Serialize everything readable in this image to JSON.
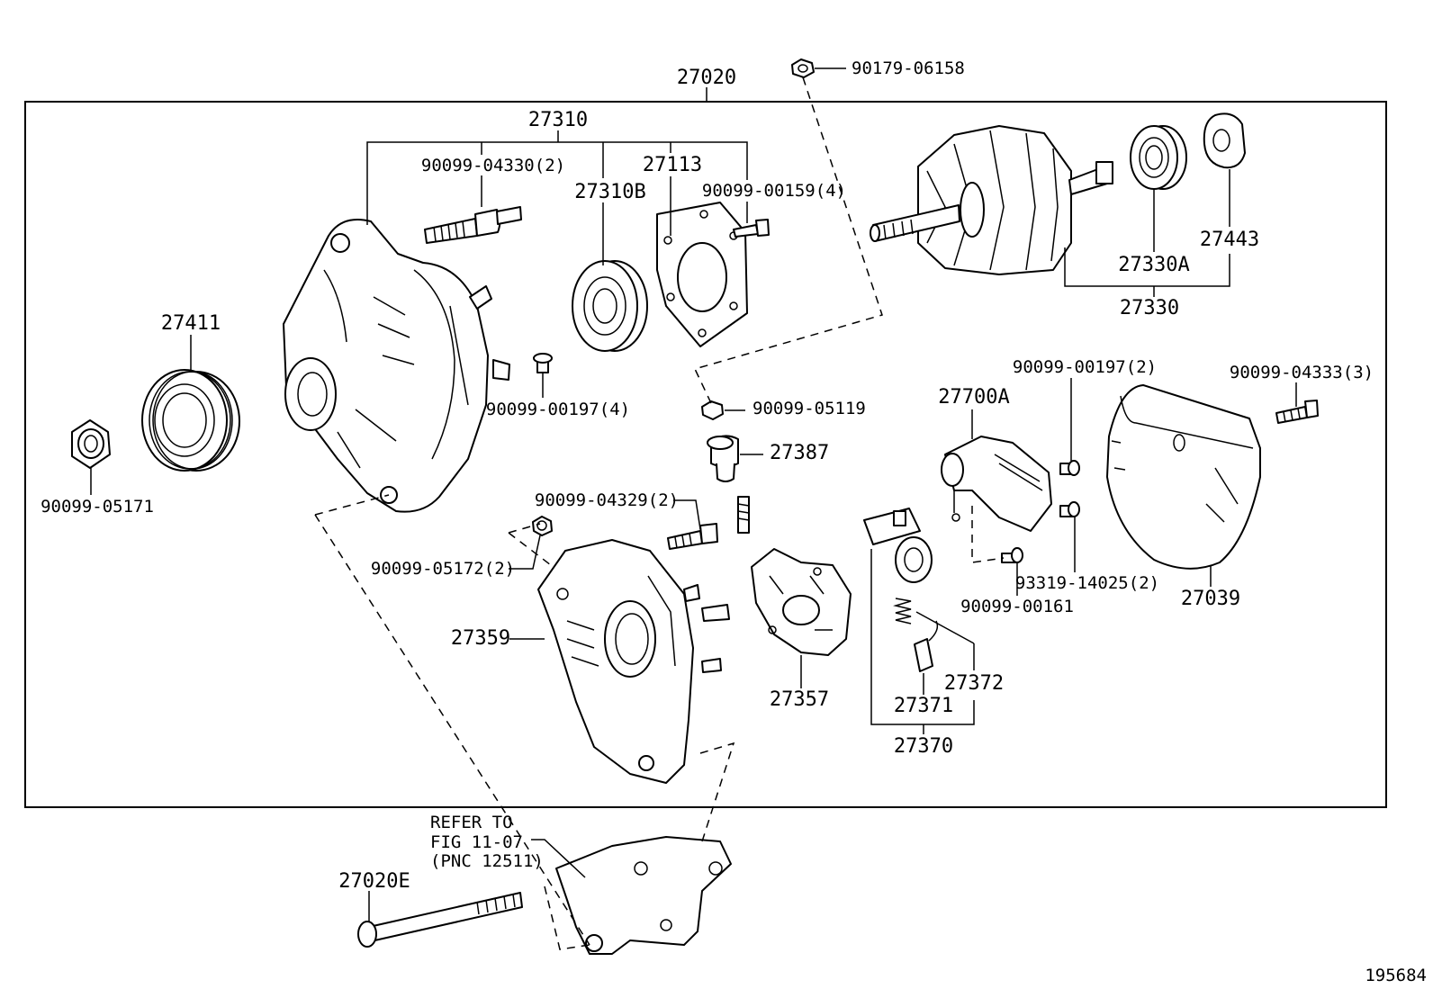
{
  "labels": {
    "assembly": "27020",
    "stator_bolt": "90179-06158",
    "drive_frame": "27310",
    "bolt_04330": "90099-04330(2)",
    "bearing_b": "27310B",
    "retainer": "27113",
    "screw_00159": "90099-00159(4)",
    "pulley": "27411",
    "nut": "90099-05171",
    "screw_00197a": "90099-00197(4)",
    "nut_05119": "90099-05119",
    "bushing": "27387",
    "rotor_bearing": "27330A",
    "bearing_cover": "27443",
    "rotor": "27330",
    "screw_00197b": "90099-00197(2)",
    "bolt_04333": "90099-04333(3)",
    "regulator": "27700A",
    "bolt_04329": "90099-04329(2)",
    "nut_05172": "90099-05172(2)",
    "rectifier_end_frame": "27359",
    "rectifier": "27357",
    "screw_00161": "90099-00161",
    "screw_14025": "93319-14025(2)",
    "end_cover": "27039",
    "spring": "27372",
    "brush": "27371",
    "brush_holder": "27370",
    "refer_line1": "REFER TO",
    "refer_line2": "FIG 11-07",
    "refer_line3": "(PNC 12511)",
    "through_bolt": "27020E",
    "figure_number": "195684"
  }
}
